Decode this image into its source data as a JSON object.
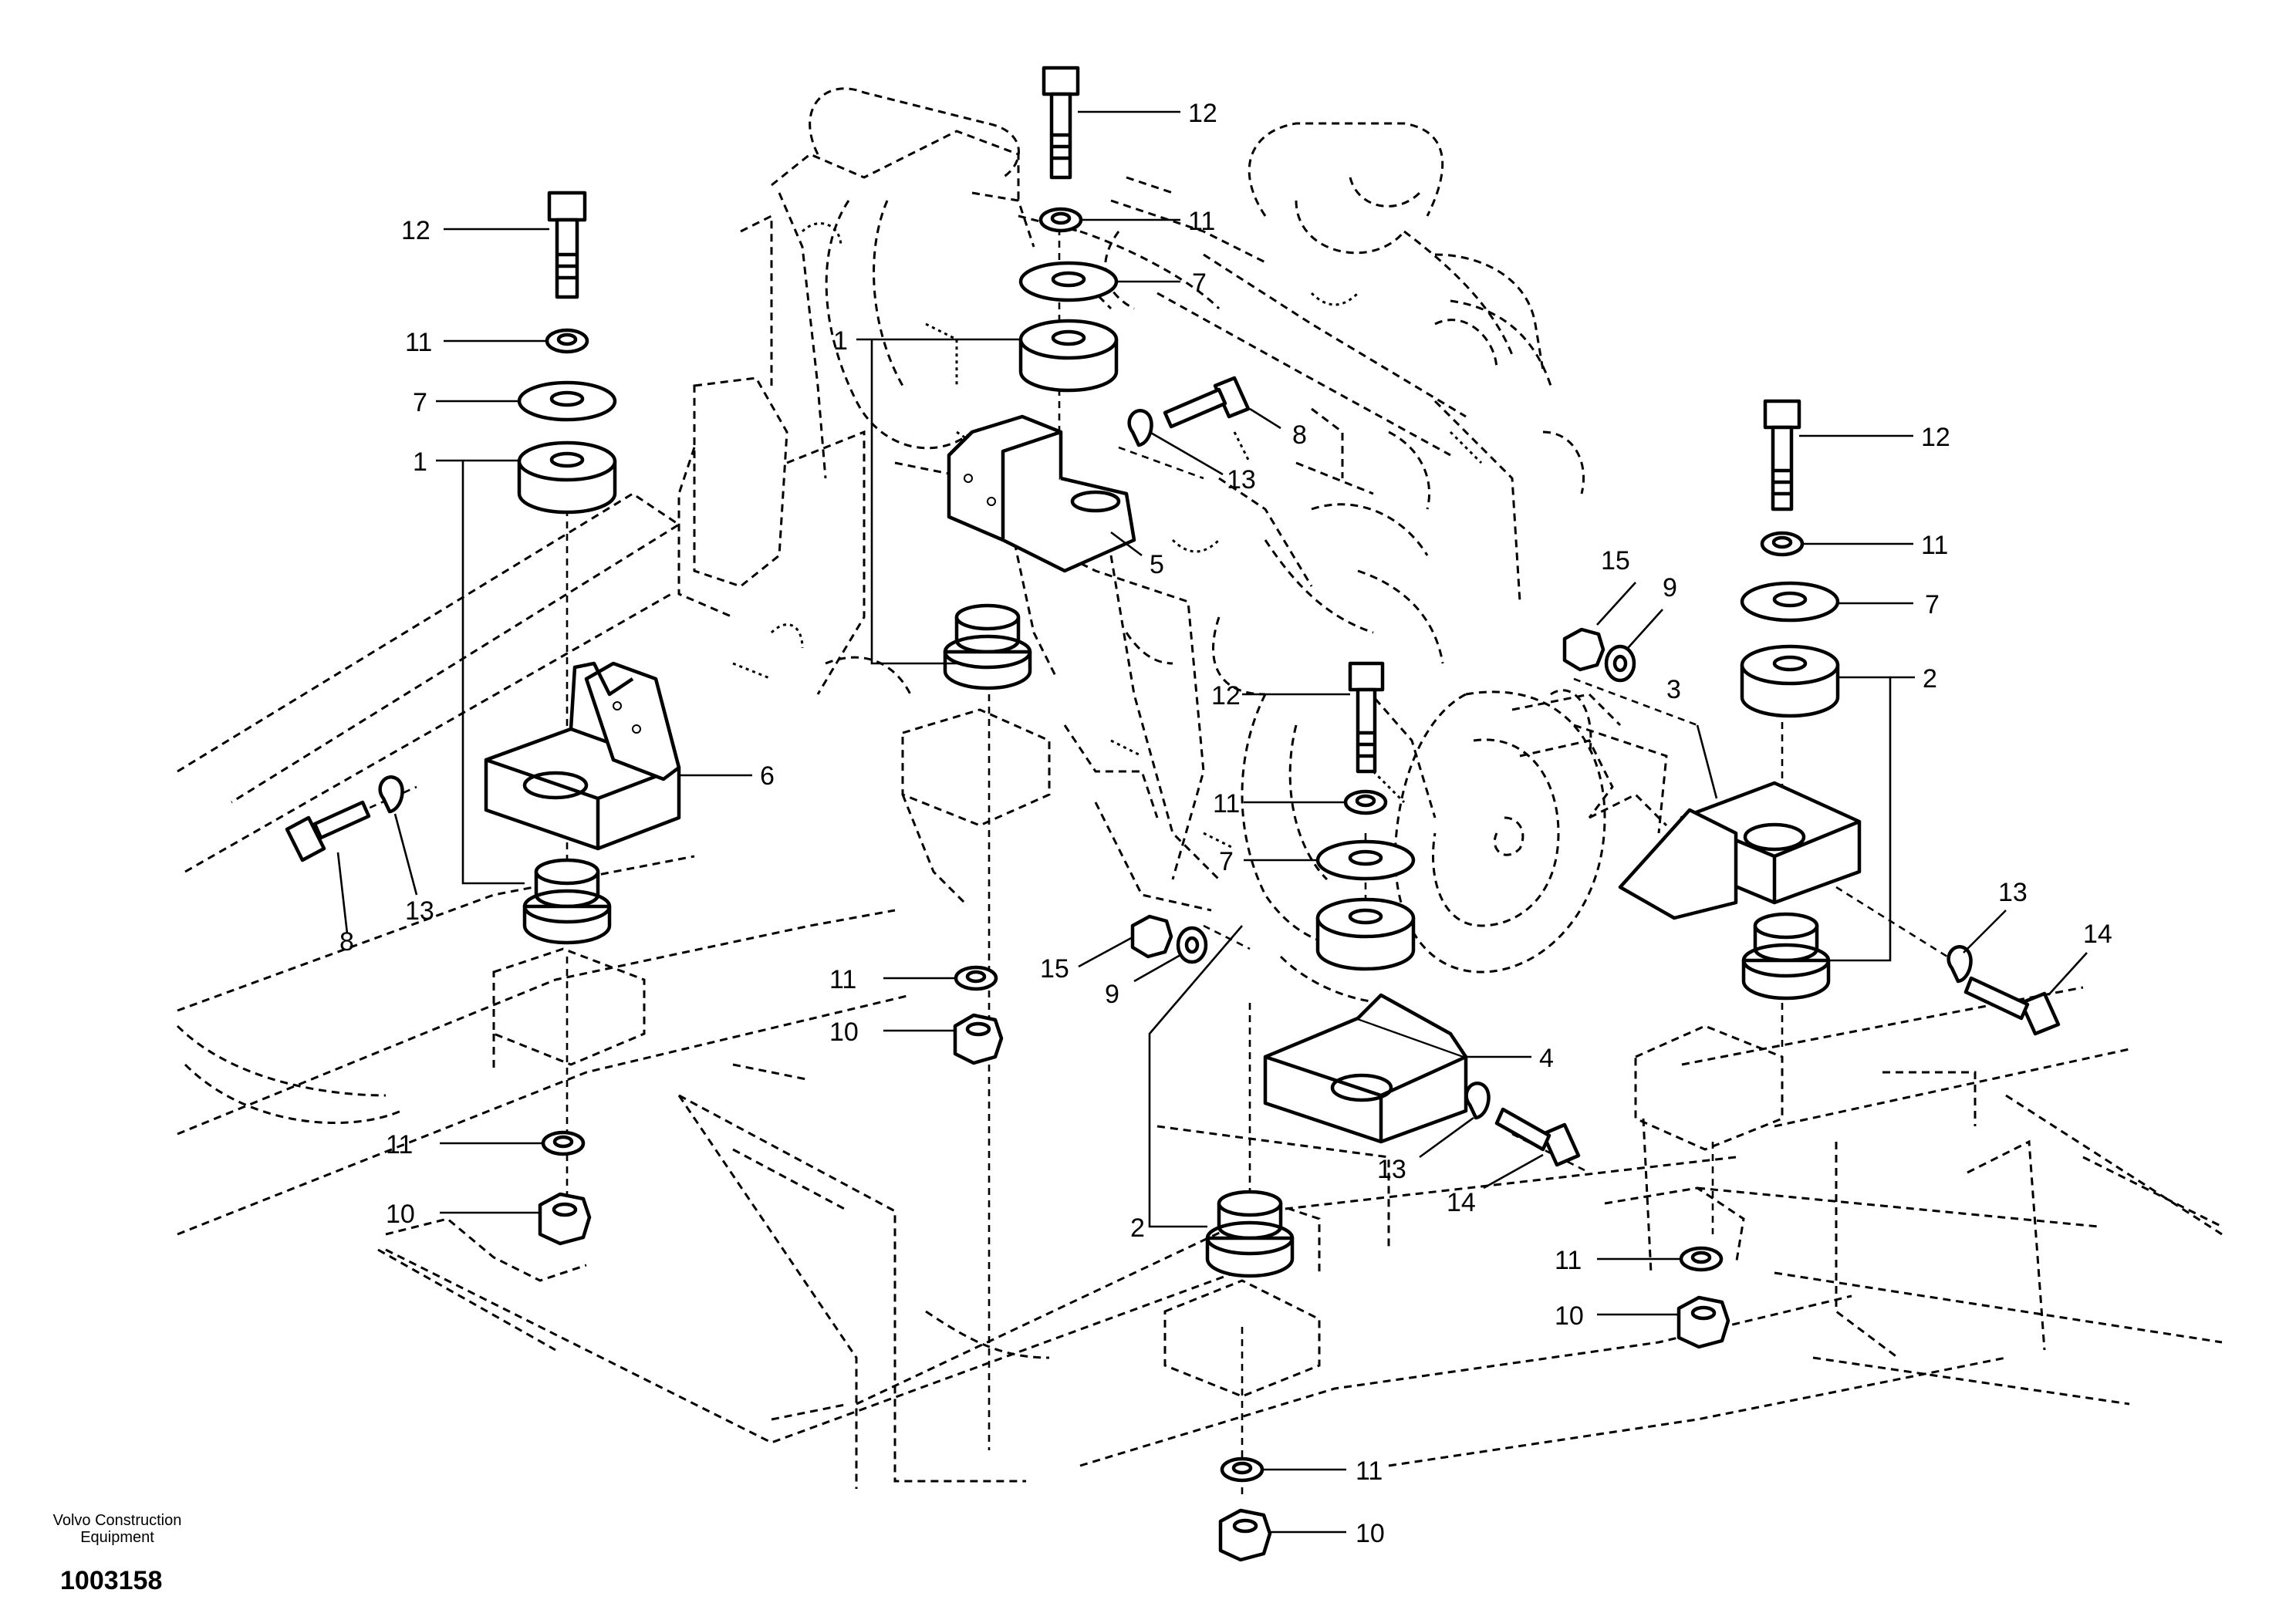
{
  "brand": {
    "line1": "Volvo Construction",
    "line2": "Equipment"
  },
  "document_number": "1003158",
  "callouts": {
    "c1a": "1",
    "c1b": "1",
    "c2a": "2",
    "c2b": "2",
    "c3": "3",
    "c4": "4",
    "c5": "5",
    "c6": "6",
    "c7a": "7",
    "c7b": "7",
    "c7c": "7",
    "c7d": "7",
    "c8a": "8",
    "c8b": "8",
    "c9a": "9",
    "c9b": "9",
    "c10a": "10",
    "c10b": "10",
    "c10c": "10",
    "c10d": "10",
    "c11a": "11",
    "c11b": "11",
    "c11c": "11",
    "c11d": "11",
    "c11e": "11",
    "c11f": "11",
    "c11g": "11",
    "c11h": "11",
    "c12a": "12",
    "c12b": "12",
    "c12c": "12",
    "c12d": "12",
    "c13a": "13",
    "c13b": "13",
    "c13c": "13",
    "c13d": "13",
    "c14a": "14",
    "c14b": "14",
    "c15a": "15",
    "c15b": "15"
  }
}
